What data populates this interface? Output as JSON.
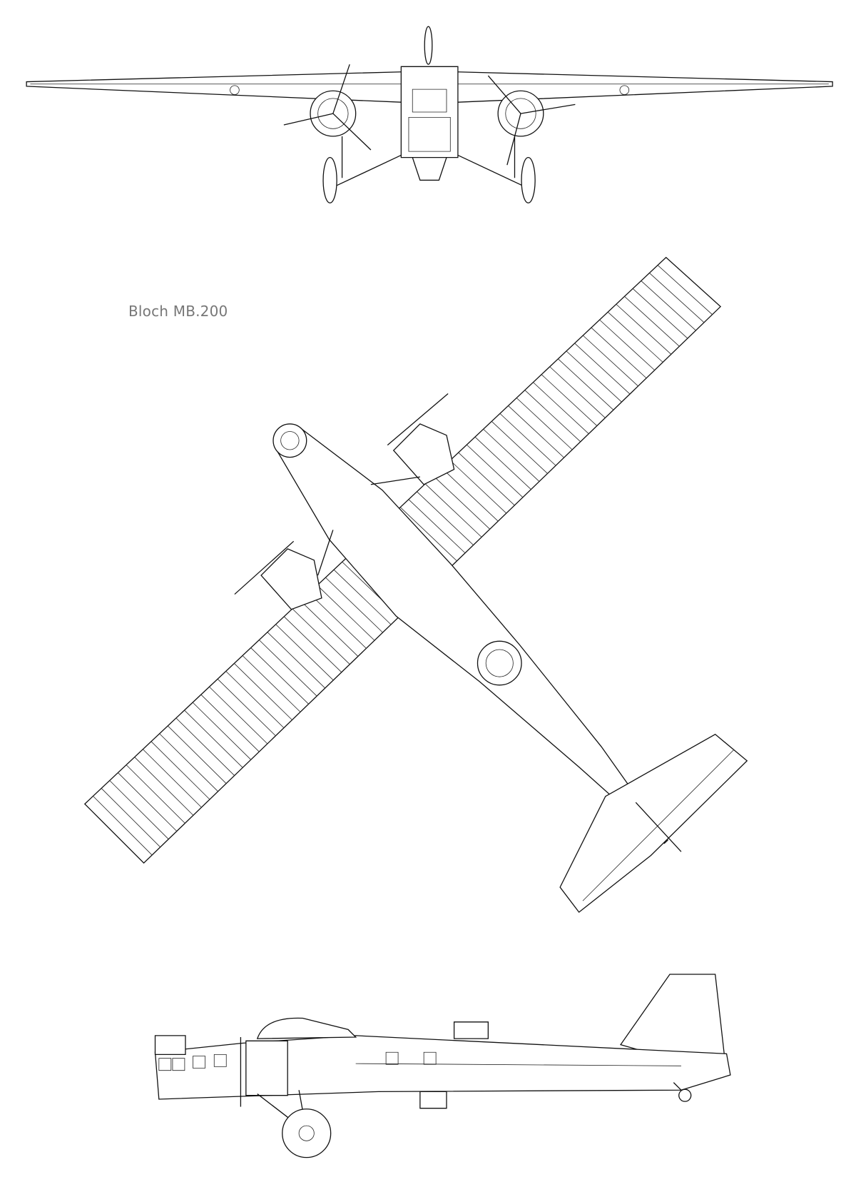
{
  "drawing": {
    "title": "Bloch MB.200",
    "views": [
      "front-view",
      "top-view",
      "side-view"
    ]
  }
}
